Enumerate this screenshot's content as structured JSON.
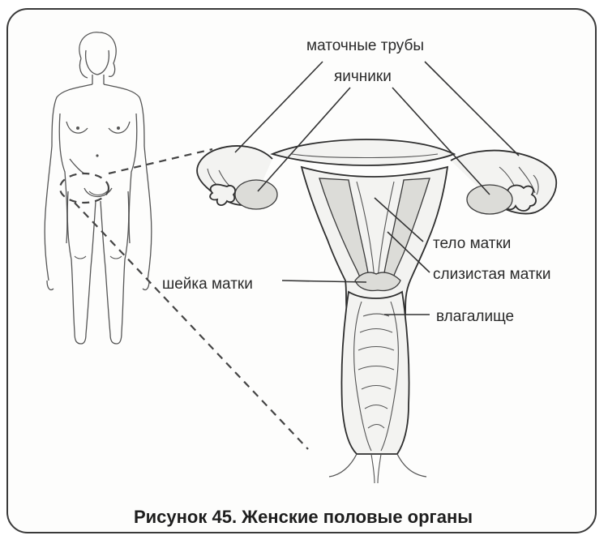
{
  "figure": {
    "caption": "Рисунок 45. Женские половые органы",
    "labels": {
      "fallopian_tubes": "маточные трубы",
      "ovaries": "яичники",
      "uterus_body": "тело матки",
      "uterine_mucosa": "слизистая матки",
      "cervix": "шейка матки",
      "vagina": "влагалище"
    }
  }
}
